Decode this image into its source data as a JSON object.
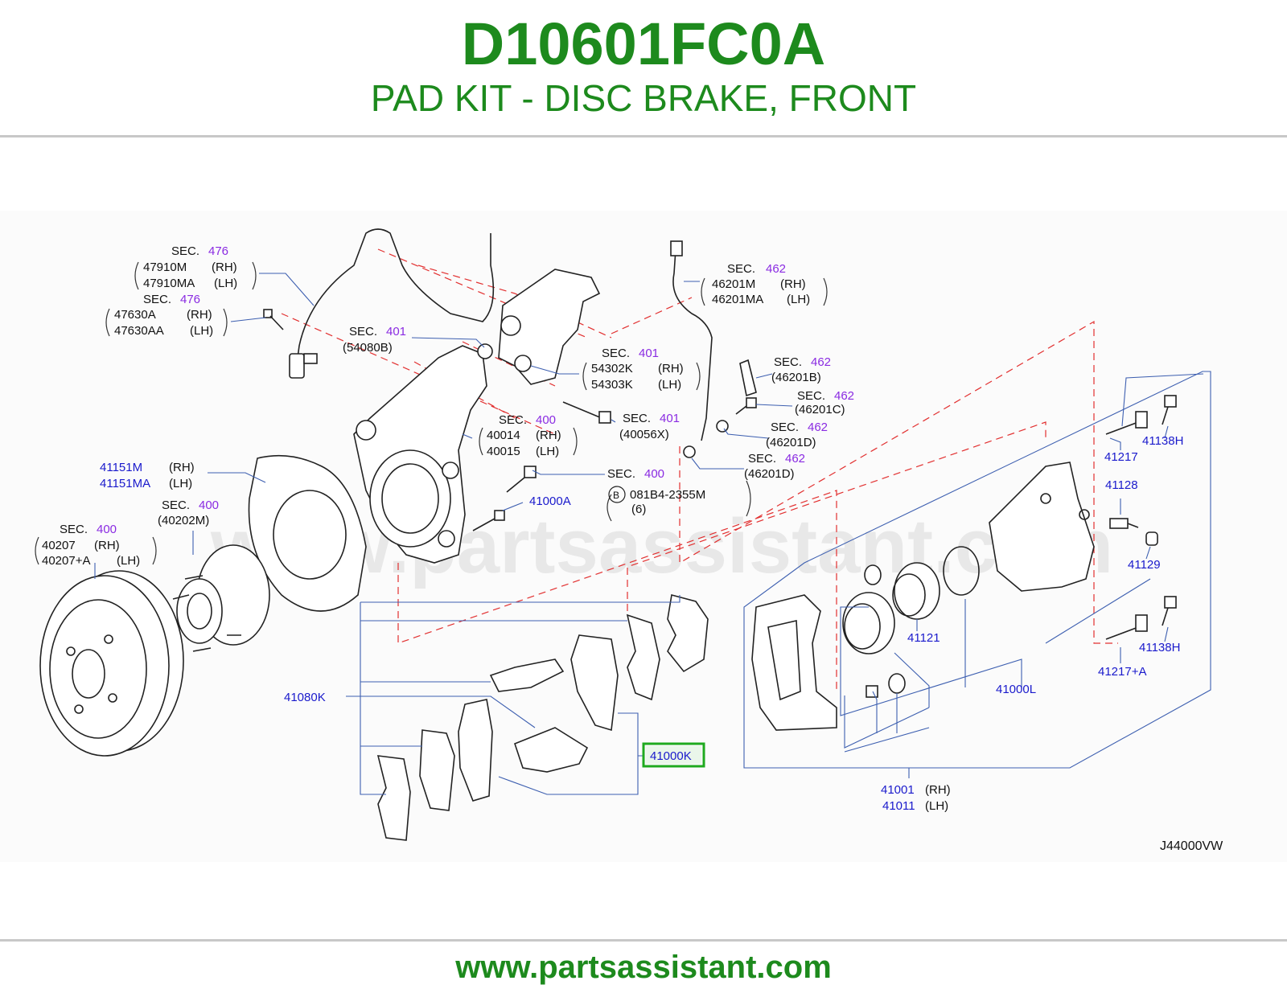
{
  "header": {
    "part_number": "D10601FC0A",
    "part_name": "PAD KIT - DISC BRAKE, FRONT"
  },
  "footer": {
    "url": "www.partsassistant.com"
  },
  "watermark": "www.partsassistant.com",
  "diagram_code": "J44000VW",
  "highlight_color": "#1faa1f",
  "labels": {
    "sec": "SEC.",
    "rh": "(RH)",
    "lh": "(LH)",
    "s476a": "476",
    "p47910m": "47910M",
    "p47910ma": "47910MA",
    "s476b": "476",
    "p47630a": "47630A",
    "p47630aa": "47630AA",
    "s401a": "401",
    "p54080b": "(54080B)",
    "s401b": "401",
    "p54302k": "54302K",
    "p54303k": "54303K",
    "s401c": "401",
    "p40056x": "(40056X)",
    "s400a": "400",
    "p40014": "40014",
    "p40015": "40015",
    "s462a": "462",
    "p46201m": "46201M",
    "p46201ma": "46201MA",
    "s462b": "462",
    "p46201b": "(46201B)",
    "s462c": "462",
    "p46201c": "(46201C)",
    "s462d": "462",
    "p46201d_1": "(46201D)",
    "s462e": "462",
    "p46201d_2": "(46201D)",
    "p41151m": "41151M",
    "p41151ma": "41151MA",
    "s400b": "400",
    "p40202m": "(40202M)",
    "s400c": "400",
    "p40207": "40207",
    "p40207a": "40207+A",
    "s400d": "400",
    "b_marker": "B",
    "p081b4": "081B4-2355M",
    "qty6": "(6)",
    "p41000a": "41000A",
    "p41080k": "41080K",
    "p41000k": "41000K",
    "p41121": "41121",
    "p41000l": "41000L",
    "p41001": "41001",
    "p41011": "41011",
    "p41217": "41217",
    "p41138h_1": "41138H",
    "p41128": "41128",
    "p41129": "41129",
    "p41138h_2": "41138H",
    "p41217a": "41217+A"
  }
}
